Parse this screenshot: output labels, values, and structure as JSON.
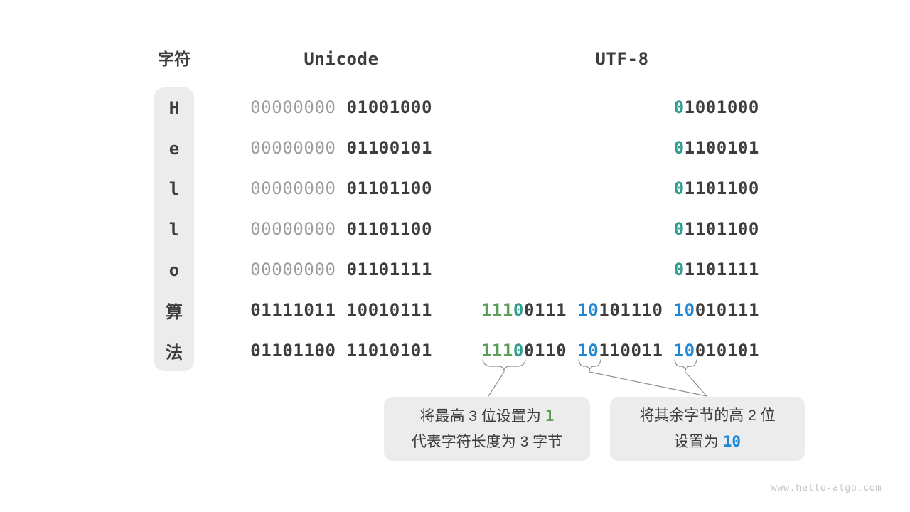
{
  "header": {
    "char_label": "字符",
    "unicode_label": "Unicode",
    "utf8_label": "UTF-8"
  },
  "colors": {
    "dark": "#3d3d3d",
    "gray_zero": "#9c9c9c",
    "teal_prefix": "#2f9e8f",
    "green_prefix": "#5b9d56",
    "blue_prefix": "#1d86d6",
    "box_bg": "#ececec"
  },
  "rows": [
    {
      "char": "H",
      "unicode": [
        [
          {
            "t": "00000000",
            "c": "gray"
          }
        ],
        [
          {
            "t": "01001000",
            "c": "dark"
          }
        ]
      ],
      "utf8": [
        [
          {
            "t": "0",
            "c": "teal"
          },
          {
            "t": "1001000",
            "c": "dark"
          }
        ]
      ]
    },
    {
      "char": "e",
      "unicode": [
        [
          {
            "t": "00000000",
            "c": "gray"
          }
        ],
        [
          {
            "t": "01100101",
            "c": "dark"
          }
        ]
      ],
      "utf8": [
        [
          {
            "t": "0",
            "c": "teal"
          },
          {
            "t": "1100101",
            "c": "dark"
          }
        ]
      ]
    },
    {
      "char": "l",
      "unicode": [
        [
          {
            "t": "00000000",
            "c": "gray"
          }
        ],
        [
          {
            "t": "01101100",
            "c": "dark"
          }
        ]
      ],
      "utf8": [
        [
          {
            "t": "0",
            "c": "teal"
          },
          {
            "t": "1101100",
            "c": "dark"
          }
        ]
      ]
    },
    {
      "char": "l",
      "unicode": [
        [
          {
            "t": "00000000",
            "c": "gray"
          }
        ],
        [
          {
            "t": "01101100",
            "c": "dark"
          }
        ]
      ],
      "utf8": [
        [
          {
            "t": "0",
            "c": "teal"
          },
          {
            "t": "1101100",
            "c": "dark"
          }
        ]
      ]
    },
    {
      "char": "o",
      "unicode": [
        [
          {
            "t": "00000000",
            "c": "gray"
          }
        ],
        [
          {
            "t": "01101111",
            "c": "dark"
          }
        ]
      ],
      "utf8": [
        [
          {
            "t": "0",
            "c": "teal"
          },
          {
            "t": "1101111",
            "c": "dark"
          }
        ]
      ]
    },
    {
      "char": "算",
      "unicode": [
        [
          {
            "t": "01111011",
            "c": "dark"
          }
        ],
        [
          {
            "t": "10010111",
            "c": "dark"
          }
        ]
      ],
      "utf8": [
        [
          {
            "t": "111",
            "c": "green"
          },
          {
            "t": "0",
            "c": "teal"
          },
          {
            "t": "0111",
            "c": "dark"
          }
        ],
        [
          {
            "t": "10",
            "c": "blue"
          },
          {
            "t": "101110",
            "c": "dark"
          }
        ],
        [
          {
            "t": "10",
            "c": "blue"
          },
          {
            "t": "010111",
            "c": "dark"
          }
        ]
      ]
    },
    {
      "char": "法",
      "unicode": [
        [
          {
            "t": "01101100",
            "c": "dark"
          }
        ],
        [
          {
            "t": "11010101",
            "c": "dark"
          }
        ]
      ],
      "utf8": [
        [
          {
            "t": "111",
            "c": "green"
          },
          {
            "t": "0",
            "c": "teal"
          },
          {
            "t": "0110",
            "c": "dark"
          }
        ],
        [
          {
            "t": "10",
            "c": "blue"
          },
          {
            "t": "110011",
            "c": "dark"
          }
        ],
        [
          {
            "t": "10",
            "c": "blue"
          },
          {
            "t": "010101",
            "c": "dark"
          }
        ]
      ]
    }
  ],
  "callouts": {
    "left": {
      "lines": [
        [
          {
            "t": "将最高 3 位设置为 ",
            "c": "dark"
          },
          {
            "t": "1",
            "c": "green",
            "mono": true
          }
        ],
        [
          {
            "t": "代表字符长度为 3 字节",
            "c": "dark"
          }
        ]
      ]
    },
    "right": {
      "lines": [
        [
          {
            "t": "将其余字节的高 2 位",
            "c": "dark"
          }
        ],
        [
          {
            "t": "设置为 ",
            "c": "dark"
          },
          {
            "t": "10",
            "c": "blue",
            "mono": true
          }
        ]
      ]
    }
  },
  "watermark": "www.hello-algo.com"
}
